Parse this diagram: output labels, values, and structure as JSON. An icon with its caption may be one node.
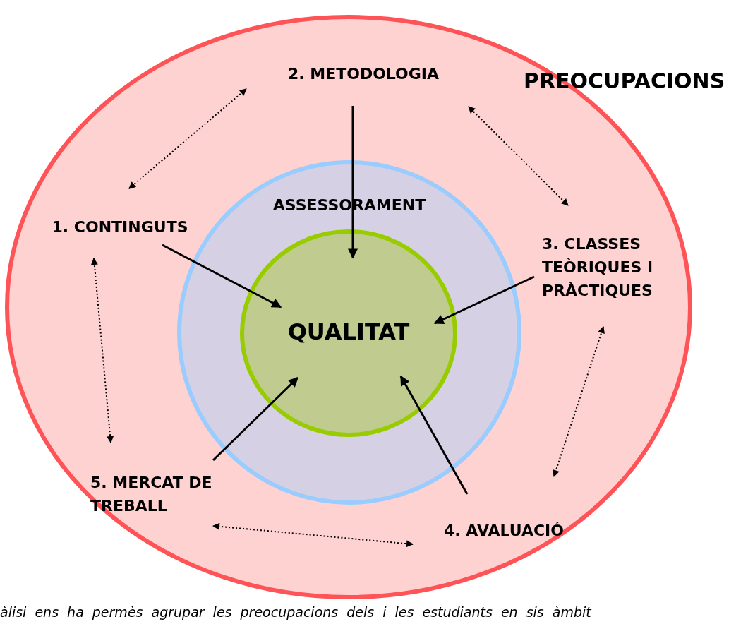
{
  "diagram": {
    "caption": "àlisi ens ha permès agrupar les preocupacions dels i les estudiants en sis àmbit",
    "nodes": [
      {
        "text": [
          "PREOCUPACIONS"
        ]
      },
      {
        "text": [
          "ASSESSORAMENT"
        ],
        "in": 0
      },
      {
        "text": [
          "QUALITAT"
        ],
        "in": 1
      },
      {
        "text": [
          "1. CONTINGUTS"
        ],
        "in": 0
      },
      {
        "text": [
          "2. METODOLOGIA"
        ],
        "in": 0
      },
      {
        "text": [
          "3. CLASSES TEÒRIQUES I PRÀCTIQUES"
        ],
        "in": 0
      },
      {
        "text": [
          "4. AVALUACIÓ"
        ],
        "in": 0
      },
      {
        "text": [
          "5. MERCAT DE TREBALL"
        ],
        "in": 0
      }
    ],
    "edges": [
      {
        "from": 3,
        "to": 2,
        "arrow": "to"
      },
      {
        "from": 4,
        "to": 2,
        "arrow": "to"
      },
      {
        "from": 5,
        "to": 2,
        "arrow": "to"
      },
      {
        "from": 6,
        "to": 2,
        "arrow": "to"
      },
      {
        "from": 7,
        "to": 2,
        "arrow": "to"
      },
      {
        "from": 3,
        "to": 4,
        "arrow": "both",
        "style": "dashed"
      },
      {
        "from": 4,
        "to": 5,
        "arrow": "both",
        "style": "dashed"
      },
      {
        "from": 5,
        "to": 6,
        "arrow": "both",
        "style": "dashed"
      },
      {
        "from": 6,
        "to": 7,
        "arrow": "both",
        "style": "dashed"
      },
      {
        "from": 7,
        "to": 3,
        "arrow": "both",
        "style": "dashed"
      }
    ]
  }
}
